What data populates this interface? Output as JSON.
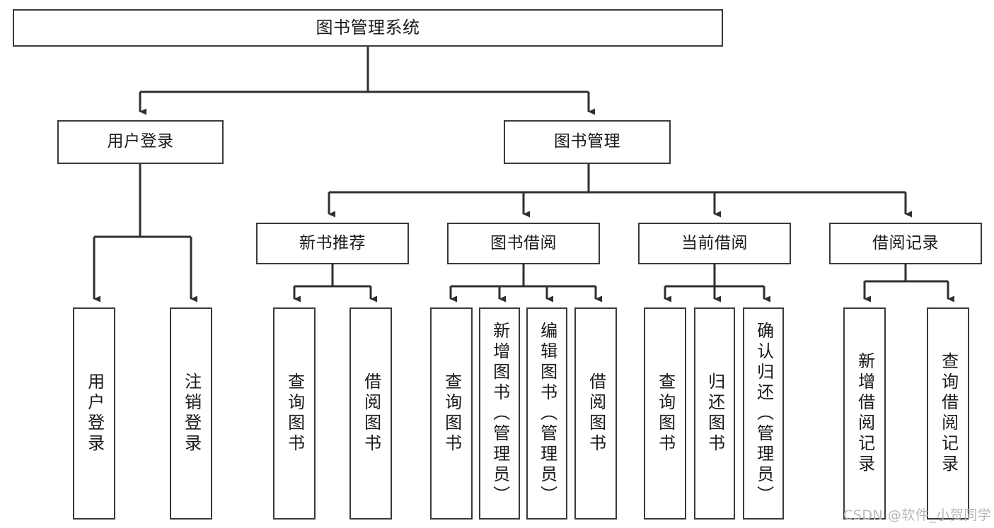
{
  "diagram": {
    "title": "图书管理系统",
    "type": "tree-hierarchy-chart",
    "watermark": "CSDN @软件_小贺同学",
    "colors": {
      "box_border": "#3a3a3a",
      "connector": "#2f2f2f",
      "background": "#ffffff",
      "text": "#1a1a1a",
      "watermark": "#b8b8b8"
    },
    "root": {
      "label": "图书管理系统"
    },
    "level2": [
      {
        "label": "用户登录"
      },
      {
        "label": "图书管理"
      }
    ],
    "level3": [
      {
        "label": "新书推荐"
      },
      {
        "label": "图书借阅"
      },
      {
        "label": "当前借阅"
      },
      {
        "label": "借阅记录"
      }
    ],
    "leaves": {
      "user_login": [
        {
          "label": "用户登录"
        },
        {
          "label": "注销登录"
        }
      ],
      "new_book_recommend": [
        {
          "label": "查询图书"
        },
        {
          "label": "借阅图书"
        }
      ],
      "book_borrow": [
        {
          "label": "查询图书"
        },
        {
          "label": "新增图书（管理员）"
        },
        {
          "label": "编辑图书（管理员）"
        },
        {
          "label": "借阅图书"
        }
      ],
      "current_borrow": [
        {
          "label": "查询图书"
        },
        {
          "label": "归还图书"
        },
        {
          "label": "确认归还（管理员）"
        }
      ],
      "borrow_record": [
        {
          "label": "新增借阅记录"
        },
        {
          "label": "查询借阅记录"
        }
      ]
    }
  }
}
